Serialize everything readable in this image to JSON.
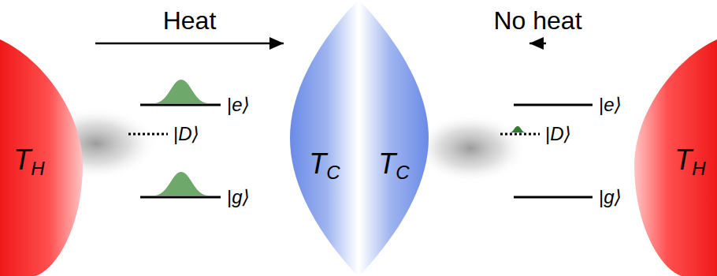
{
  "diagram": {
    "nodes": [
      {
        "text": [
          "TH"
        ]
      },
      {
        "text": [
          "TC"
        ]
      },
      {
        "text": [
          "TC"
        ]
      },
      {
        "text": [
          "TH"
        ]
      }
    ],
    "edges": [
      {
        "from": 0,
        "to": 1,
        "arrow": "to",
        "label": "Heat"
      },
      {
        "from": 3,
        "to": 2,
        "arrow": "to",
        "label": "No heat"
      }
    ],
    "labels": [
      "|e⟩",
      "|D⟩",
      "|g⟩",
      "|e⟩",
      "|D⟩",
      "|g⟩"
    ]
  }
}
